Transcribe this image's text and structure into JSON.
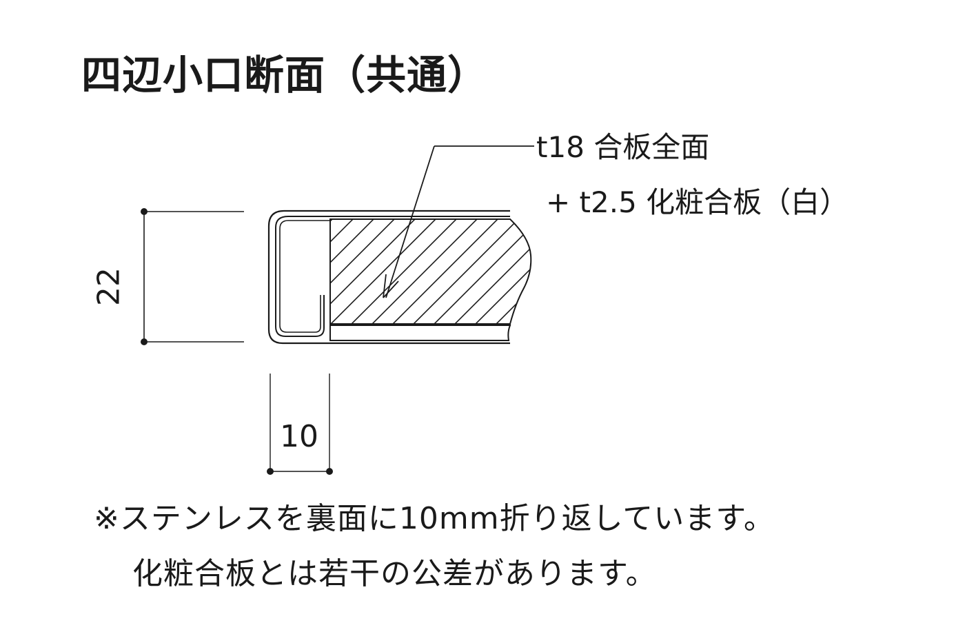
{
  "title": "四辺小口断面（共通）",
  "callout": {
    "line1": "t18 合板全面",
    "line2": "+ t2.5 化粧合板（白）"
  },
  "dimensions": {
    "height": "22",
    "width": "10"
  },
  "notes": {
    "line1": "※ステンレスを裏面に10mm折り返しています。",
    "line2": "化粧合板とは若干の公差があります。"
  }
}
